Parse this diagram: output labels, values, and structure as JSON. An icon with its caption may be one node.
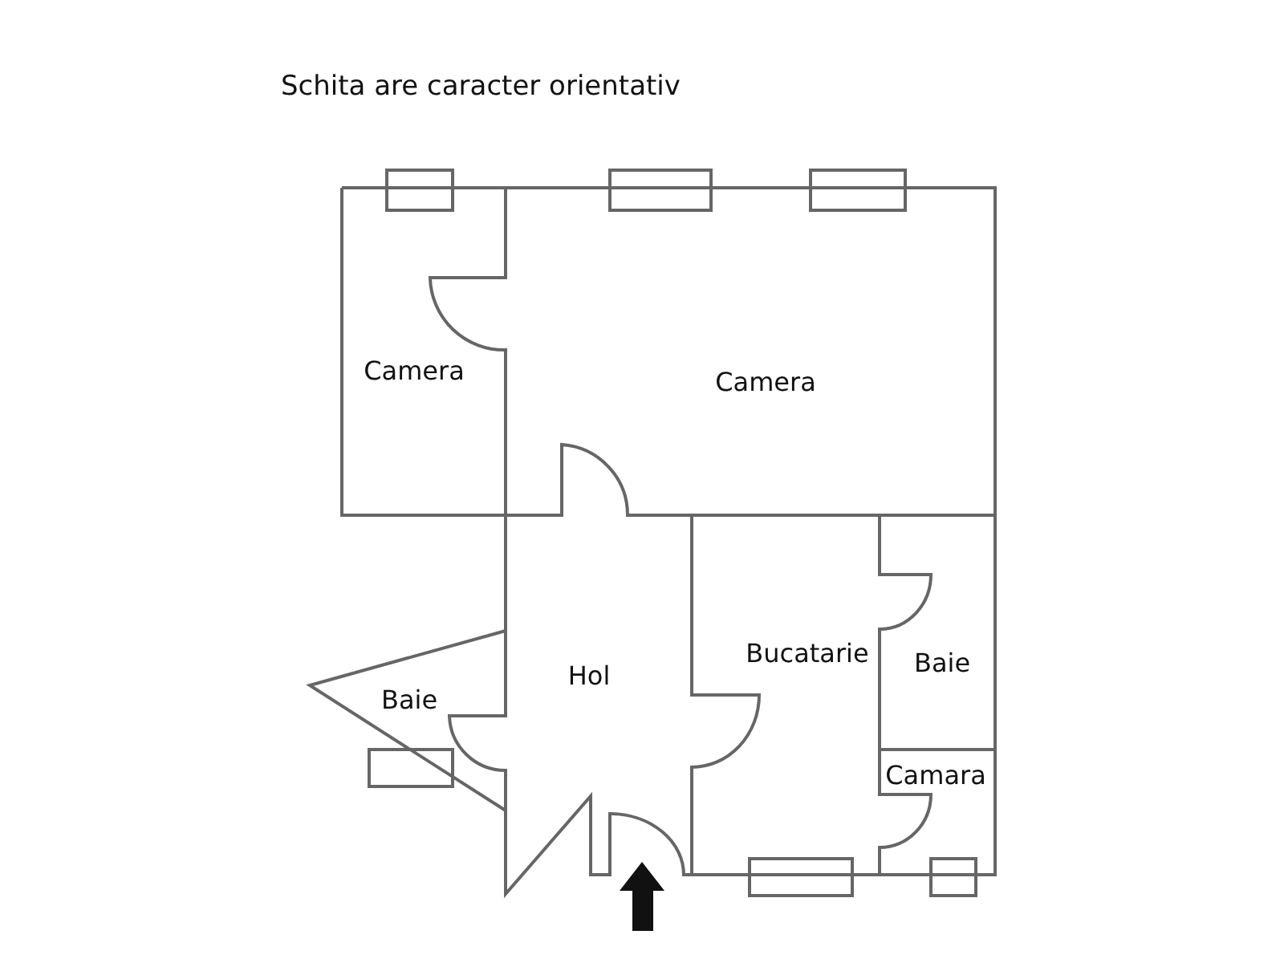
{
  "diagram": {
    "title": "Schita are caracter orientativ",
    "nodes": [
      {
        "text": [
          "Camera"
        ]
      },
      {
        "text": [
          "Camera"
        ]
      },
      {
        "text": [
          "Bucatarie"
        ]
      },
      {
        "text": [
          "Baie"
        ]
      },
      {
        "text": [
          "Hol"
        ]
      },
      {
        "text": [
          "Baie"
        ]
      },
      {
        "text": [
          "Camara"
        ]
      }
    ]
  }
}
